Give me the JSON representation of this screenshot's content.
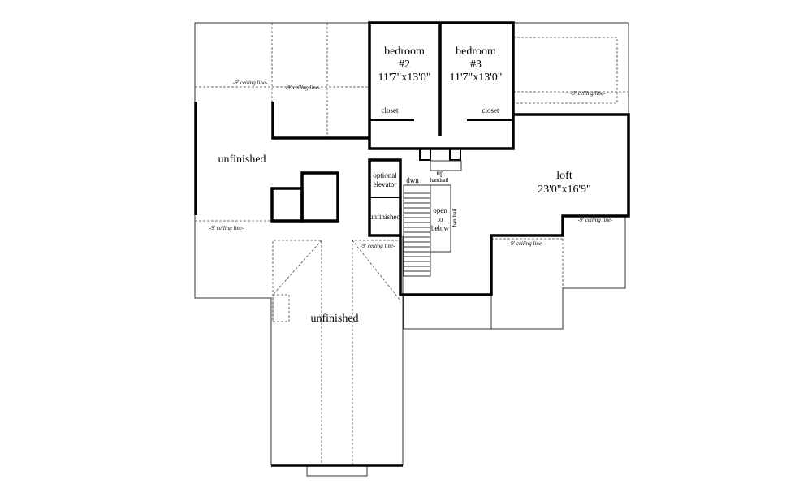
{
  "rooms": {
    "bedroom2": {
      "name": "bedroom",
      "number": "#2",
      "size": "11'7\"x13'0\""
    },
    "bedroom3": {
      "name": "bedroom",
      "number": "#3",
      "size": "11'7\"x13'0\""
    },
    "loft": {
      "name": "loft",
      "size": "23'0\"x16'9\""
    },
    "unfinished_left": "unfinished",
    "unfinished_lower": "unfinished",
    "unfinished_small": "unfinished",
    "closet_left": "closet",
    "closet_right": "closet",
    "elevator": {
      "line1": "optional",
      "line2": "elevator"
    },
    "open_to_below": {
      "line1": "open",
      "line2": "to",
      "line3": "below"
    }
  },
  "stairs": {
    "down": "dwn",
    "up": "up",
    "handrail_top": "handrail",
    "handrail_side": "handrail"
  },
  "ceiling_line_label": "-9' ceiling line-"
}
